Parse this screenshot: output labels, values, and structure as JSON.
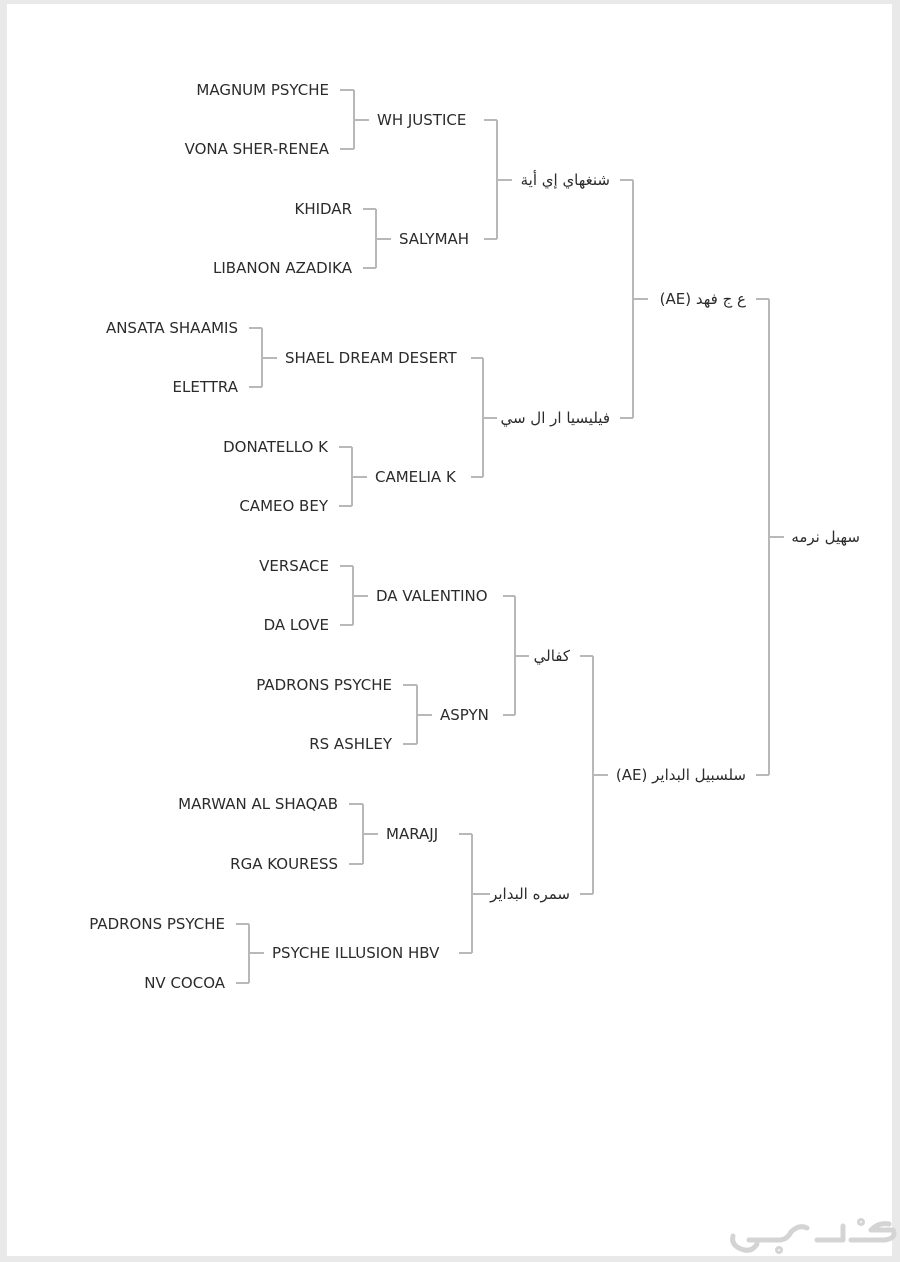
{
  "pedigree": {
    "horse": {
      "name": "سهيل نرمه"
    },
    "sire": {
      "name": "ع ج فهد (AE)"
    },
    "dam": {
      "name": "سلسبيل البداير (AE)"
    },
    "sire_sire": {
      "name": "شنغهاي إي أية"
    },
    "sire_dam": {
      "name": "فيليسيا ار ال سي"
    },
    "dam_sire": {
      "name": "كفالي"
    },
    "dam_dam": {
      "name": "سمره البداير"
    },
    "g3": [
      {
        "name": "WH JUSTICE"
      },
      {
        "name": "SALYMAH"
      },
      {
        "name": "SHAEL DREAM DESERT"
      },
      {
        "name": "CAMELIA K"
      },
      {
        "name": "DA VALENTINO"
      },
      {
        "name": "ASPYN"
      },
      {
        "name": "MARAJJ"
      },
      {
        "name": "PSYCHE ILLUSION HBV"
      }
    ],
    "g4": [
      {
        "name": "MAGNUM PSYCHE"
      },
      {
        "name": "VONA SHER-RENEA"
      },
      {
        "name": "KHIDAR"
      },
      {
        "name": "LIBANON AZADIKA"
      },
      {
        "name": "ANSATA SHAAMIS"
      },
      {
        "name": "ELETTRA"
      },
      {
        "name": "DONATELLO K"
      },
      {
        "name": "CAMEO BEY"
      },
      {
        "name": "VERSACE"
      },
      {
        "name": "DA LOVE"
      },
      {
        "name": "PADRONS PSYCHE"
      },
      {
        "name": "RS ASHLEY"
      },
      {
        "name": "MARWAN AL SHAQAB"
      },
      {
        "name": "RGA KOURESS"
      },
      {
        "name": "PADRONS PSYCHE"
      },
      {
        "name": "NV COCOA"
      }
    ]
  },
  "watermark": {
    "text": "حراج"
  },
  "colors": {
    "connector": "#b8b8b8",
    "text": "#2b2b2b",
    "page": "#ffffff",
    "border": "#e9e9e9"
  }
}
